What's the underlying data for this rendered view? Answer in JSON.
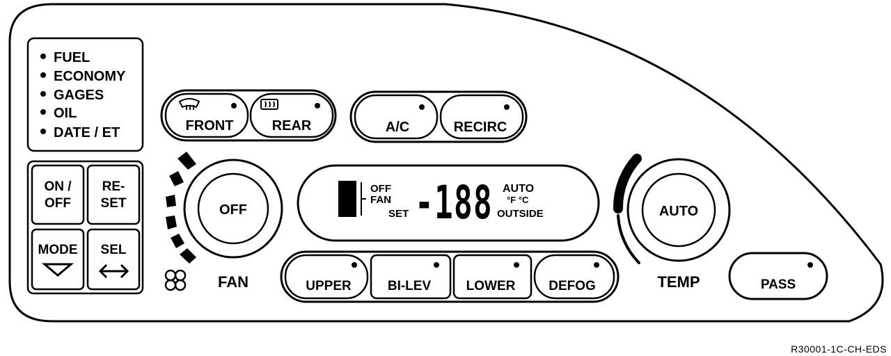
{
  "info_list": {
    "items": [
      "FUEL",
      "ECONOMY",
      "GAGES",
      "OIL",
      "DATE / ET"
    ]
  },
  "info_buttons": {
    "on_off": [
      "ON /",
      "OFF"
    ],
    "reset": [
      "RE-",
      "SET"
    ],
    "mode": "MODE",
    "sel": "SEL"
  },
  "defrost_buttons": {
    "front": "FRONT",
    "rear": "REAR"
  },
  "air_buttons": {
    "ac": "A/C",
    "recirc": "RECIRC"
  },
  "fan": {
    "knob_label": "OFF",
    "caption": "FAN"
  },
  "display": {
    "left_labels": [
      "OFF",
      "FAN",
      "SET"
    ],
    "digits": "-188",
    "right_labels": [
      "AUTO",
      "°F °C",
      "OUTSIDE"
    ]
  },
  "mode_buttons": {
    "upper": "UPPER",
    "bilev": "BI-LEV",
    "lower": "LOWER",
    "defog": "DEFOG"
  },
  "temp": {
    "knob_label": "AUTO",
    "caption": "TEMP"
  },
  "pass_button": "PASS",
  "reference_code": "R30001-1C-CH-EDS"
}
